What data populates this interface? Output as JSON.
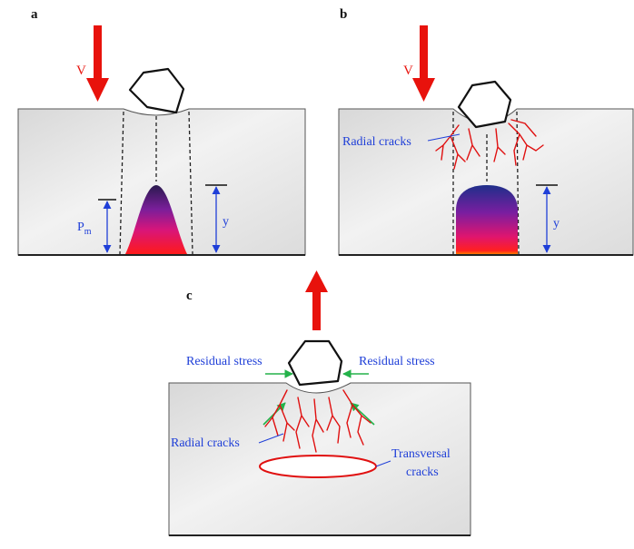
{
  "panels": {
    "a": {
      "label": "a",
      "velocity_label": "V",
      "penetration_label": "P",
      "penetration_subscript": "m",
      "depth_label": "y"
    },
    "b": {
      "label": "b",
      "velocity_label": "V",
      "cracks_label": "Radial cracks",
      "depth_label": "y"
    },
    "c": {
      "label": "c",
      "residual_stress_left": "Residual stress",
      "residual_stress_right": "Residual stress",
      "radial_cracks_label": "Radial cracks",
      "transversal_line1": "Transversal",
      "transversal_line2": "cracks"
    }
  },
  "colors": {
    "arrow_red": "#e8120c",
    "label_blue": "#1f3fd8",
    "stress_green": "#23b24a",
    "crack_red": "#e01010",
    "block_fill": "#e6e6e6",
    "block_edge": "#555555",
    "plume_top": "#3a1e6e",
    "plume_mid": "#c0148a",
    "plume_bottom": "#ff2020"
  }
}
